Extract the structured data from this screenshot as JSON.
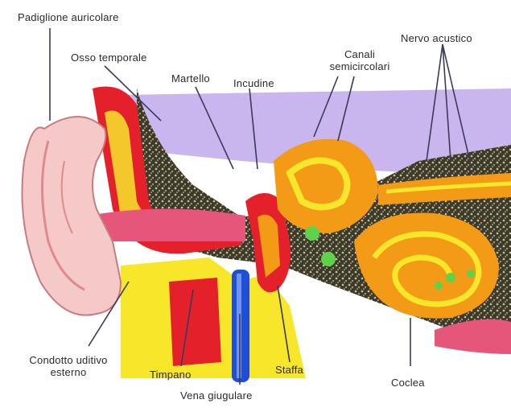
{
  "labels": {
    "padiglione": "Padiglione auricolare",
    "osso_temporale": "Osso temporale",
    "martello": "Martello",
    "incudine": "Incudine",
    "canali_line1": "Canali",
    "canali_line2": "semicircolari",
    "nervo_acustico": "Nervo acustico",
    "condotto_line1": "Condotto uditivo",
    "condotto_line2": "esterno",
    "timpano": "Timpano",
    "vena_giugulare": "Vena giugulare",
    "staffa": "Staffa",
    "coclea": "Coclea"
  },
  "colors": {
    "background": "#ffffff",
    "sky": "#c9b6ee",
    "skin": "#f5c9c8",
    "skin_dark": "#e9a2a6",
    "canal_red": "#e4202a",
    "canal_pink": "#e6557a",
    "bone_yellow": "#f7e62a",
    "bone_orange": "#f39a16",
    "dark_tissue": "#3e3a2a",
    "cochlea_green": "#5fd24b",
    "vein_blue": "#1e4fd6",
    "leader_line": "#3a3a5a"
  }
}
